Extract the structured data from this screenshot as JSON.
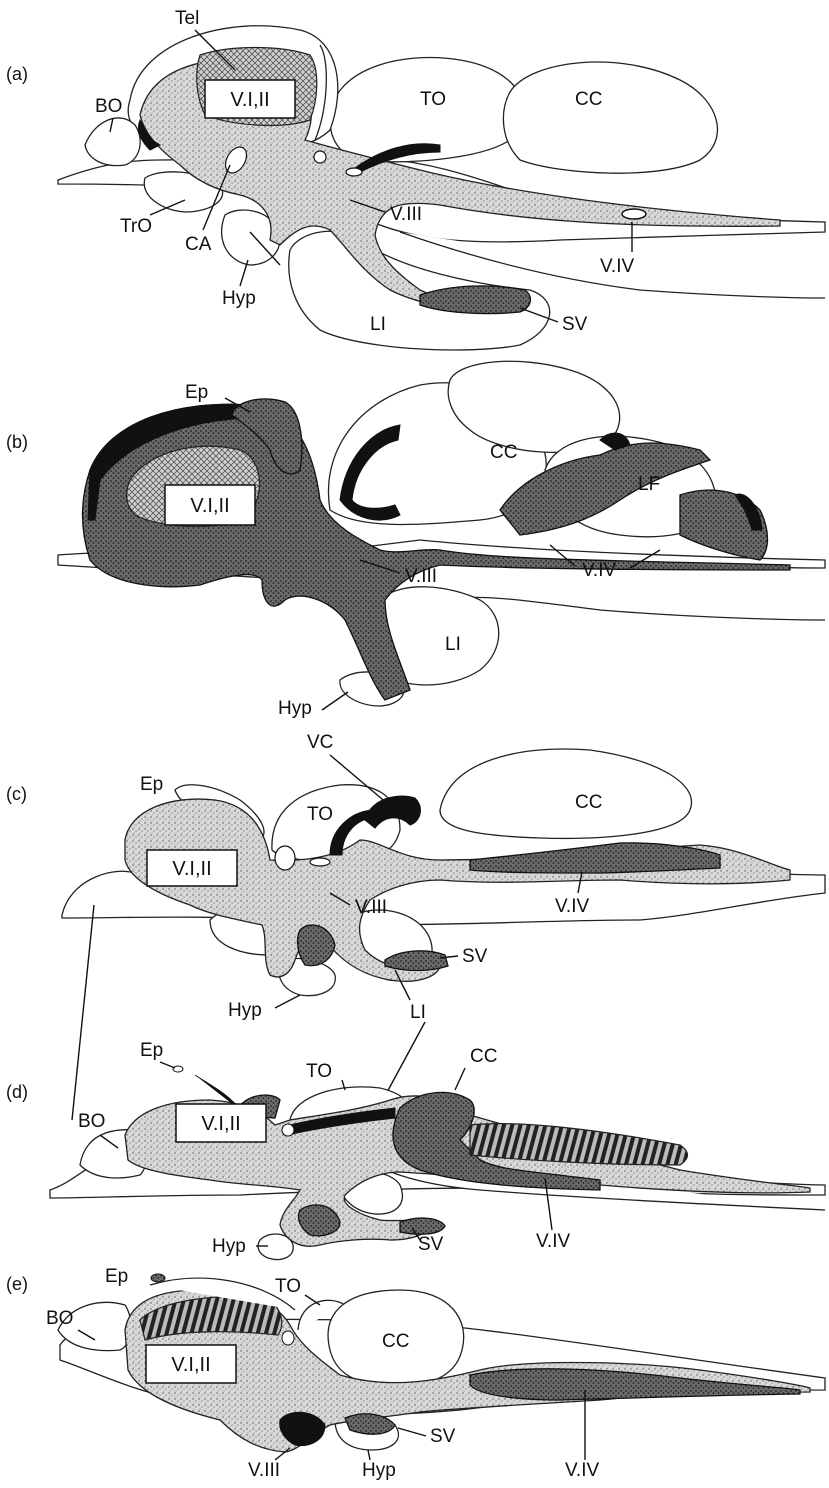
{
  "panels": [
    {
      "id": "a",
      "panel_label": "(a)",
      "box_label": "V.I,II",
      "labels": {
        "tel": "Tel",
        "bo": "BO",
        "to": "TO",
        "cc": "CC",
        "tro": "TrO",
        "ca": "CA",
        "v3": "V.III",
        "v4": "V.IV",
        "hyp": "Hyp",
        "li": "LI",
        "sv": "SV"
      }
    },
    {
      "id": "b",
      "panel_label": "(b)",
      "box_label": "V.I,II",
      "labels": {
        "ep": "Ep",
        "cc": "CC",
        "lf": "LF",
        "v3": "V.III",
        "v4": "V.IV",
        "li": "LI",
        "hyp": "Hyp"
      }
    },
    {
      "id": "c",
      "panel_label": "(c)",
      "box_label": "V.I,II",
      "labels": {
        "ep": "Ep",
        "vc": "VC",
        "to": "TO",
        "cc": "CC",
        "v3": "V.III",
        "v4": "V.IV",
        "sv": "SV",
        "hyp": "Hyp",
        "li": "LI"
      }
    },
    {
      "id": "d",
      "panel_label": "(d)",
      "box_label": "V.I,II",
      "labels": {
        "ep": "Ep",
        "cc": "CC",
        "to": "TO",
        "bo": "BO",
        "hyp": "Hyp",
        "sv": "SV",
        "v4": "V.IV"
      }
    },
    {
      "id": "e",
      "panel_label": "(e)",
      "box_label": "V.I,II",
      "labels": {
        "ep": "Ep",
        "to": "TO",
        "bo": "BO",
        "cc": "CC",
        "sv": "SV",
        "v3": "V.III",
        "hyp": "Hyp",
        "v4": "V.IV"
      }
    }
  ]
}
